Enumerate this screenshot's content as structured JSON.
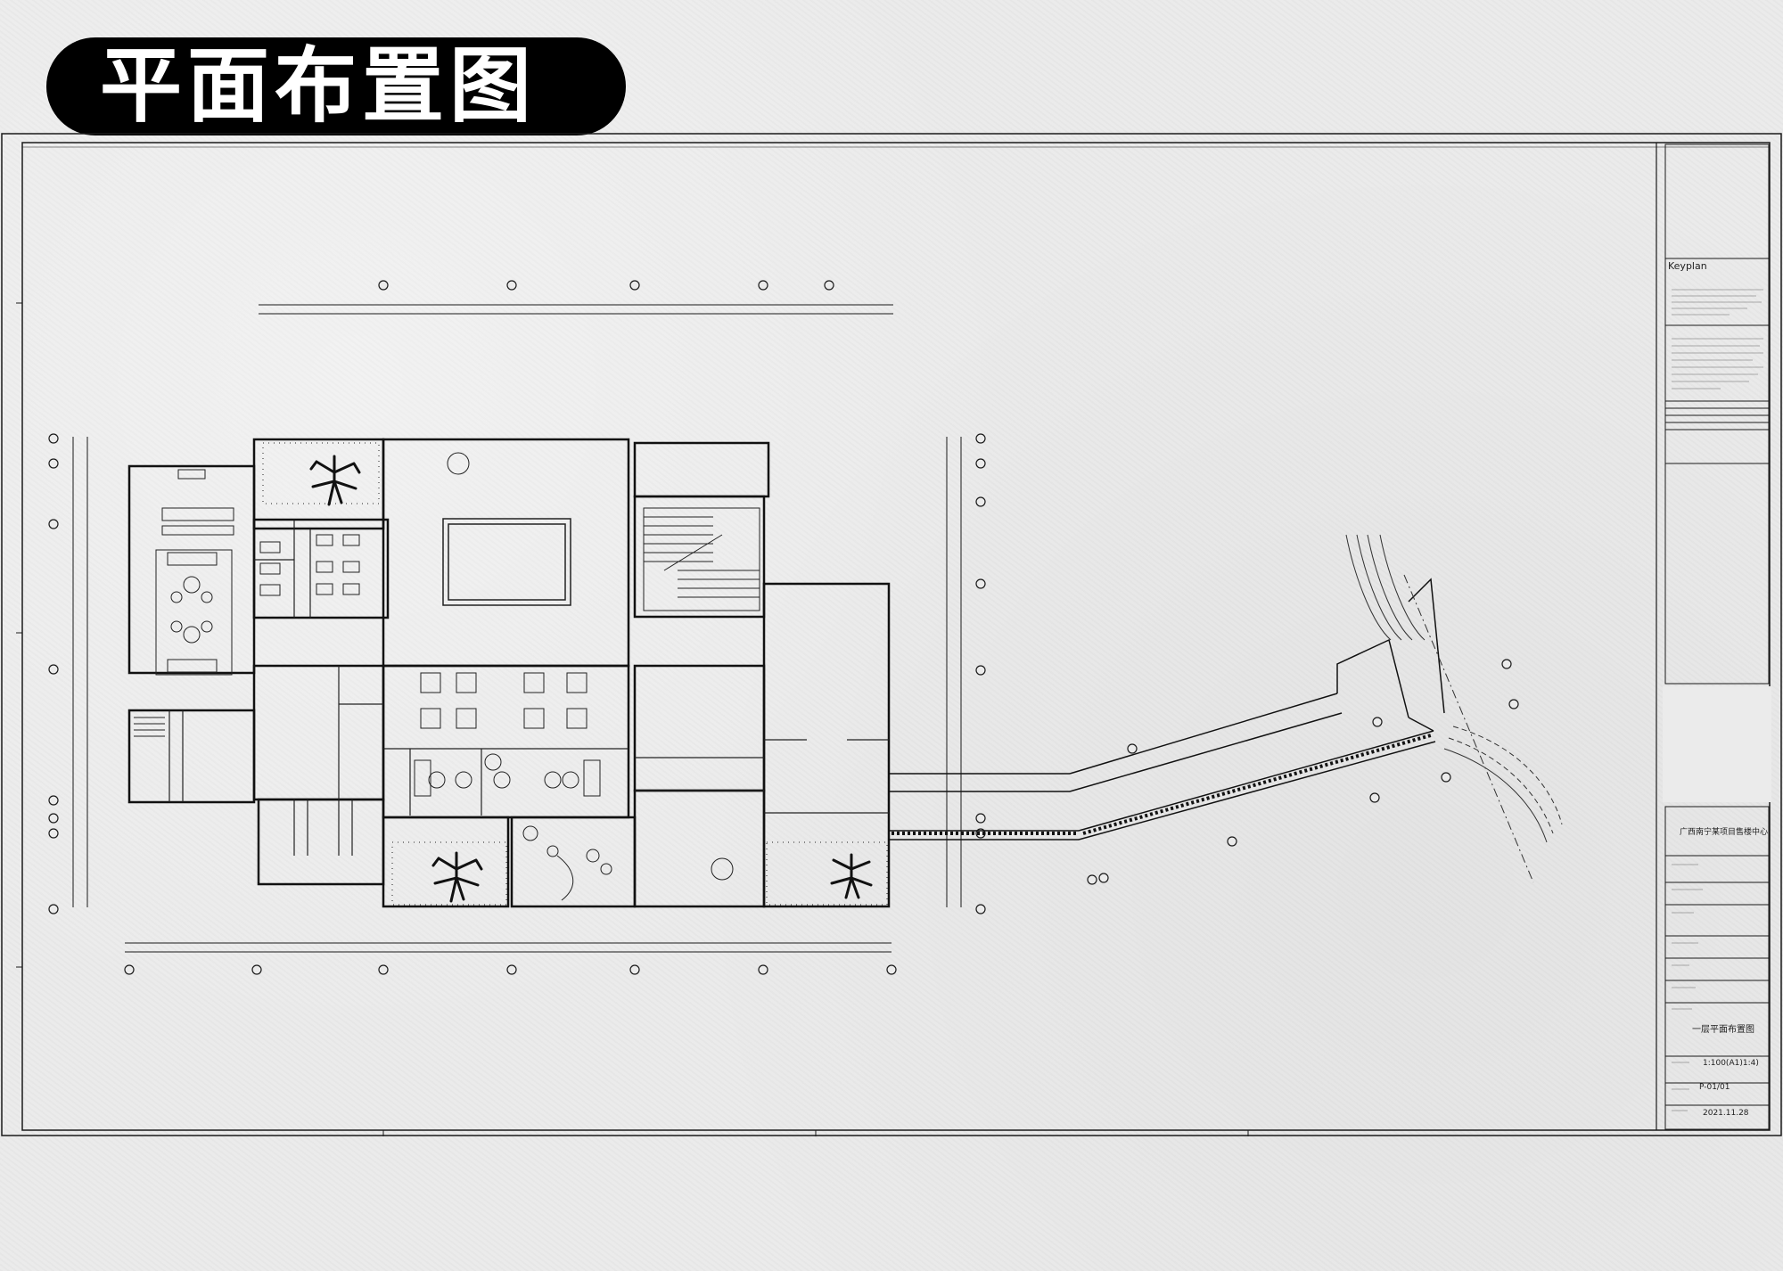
{
  "title": "平面布置图",
  "sheet": {
    "keyplan_label": "Keyplan",
    "project_name": "广西南宁某项目售楼中心",
    "drawing_name": "一层平面布置图",
    "scale": "1:100(A1)1:4)",
    "drawing_no": "P-01/01",
    "date": "2021.11.28"
  },
  "colors": {
    "title_bg": "#000000",
    "title_text": "#ffffff",
    "line": "#1a1a1a",
    "paper": "#ebebeb"
  }
}
